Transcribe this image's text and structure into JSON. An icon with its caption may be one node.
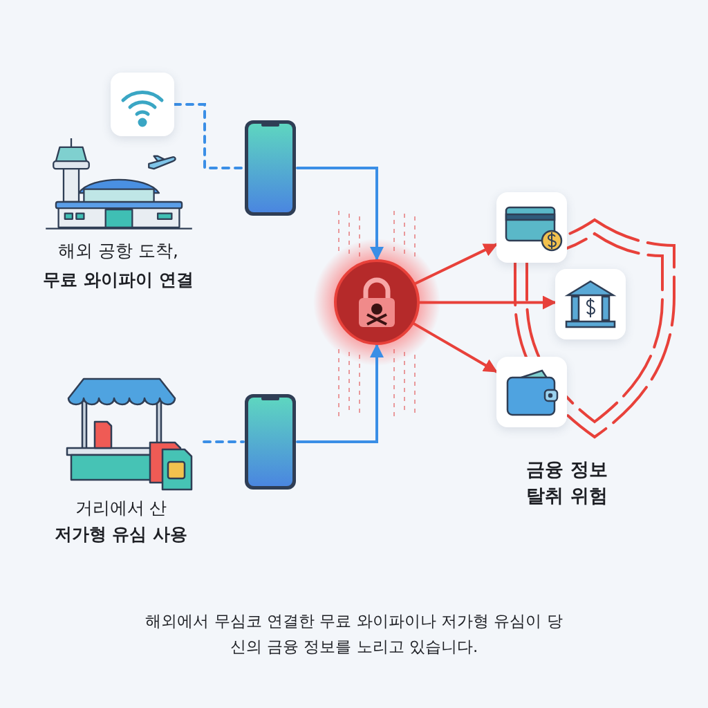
{
  "diagram": {
    "caption": "해외에서 무심코 연결한 무료 와이파이나 저가형 유심이 당신의 금융 정보를 노리고 있습니다.",
    "nodes": [
      {
        "text": [
          "해외 공항 도착,",
          "무료 와이파이 연결"
        ]
      },
      {
        "text": [],
        "shape": "picture"
      },
      {
        "text": [],
        "shape": "picture"
      },
      {
        "text": [
          "거리에서 산",
          "저가형 유심 사용"
        ]
      },
      {
        "text": [],
        "shape": "picture"
      },
      {
        "text": [],
        "shape": "circle"
      },
      {
        "text": [],
        "shape": "picture"
      },
      {
        "text": [],
        "shape": "picture"
      },
      {
        "text": [],
        "shape": "picture"
      }
    ],
    "edges": [
      {
        "from": 1,
        "to": 2,
        "arrow": "none",
        "style": "dashed"
      },
      {
        "from": 2,
        "to": 5,
        "arrow": "to"
      },
      {
        "from": 3,
        "to": 4,
        "arrow": "none",
        "style": "dashed"
      },
      {
        "from": 4,
        "to": 5,
        "arrow": "to"
      },
      {
        "from": 5,
        "to": 6,
        "arrow": "to",
        "color": "#e8413a"
      },
      {
        "from": 5,
        "to": 7,
        "arrow": "to",
        "color": "#e8413a"
      },
      {
        "from": 5,
        "to": 8,
        "arrow": "to",
        "color": "#e8413a"
      }
    ],
    "labels": [
      "금융 정보 탈취 위험"
    ]
  }
}
